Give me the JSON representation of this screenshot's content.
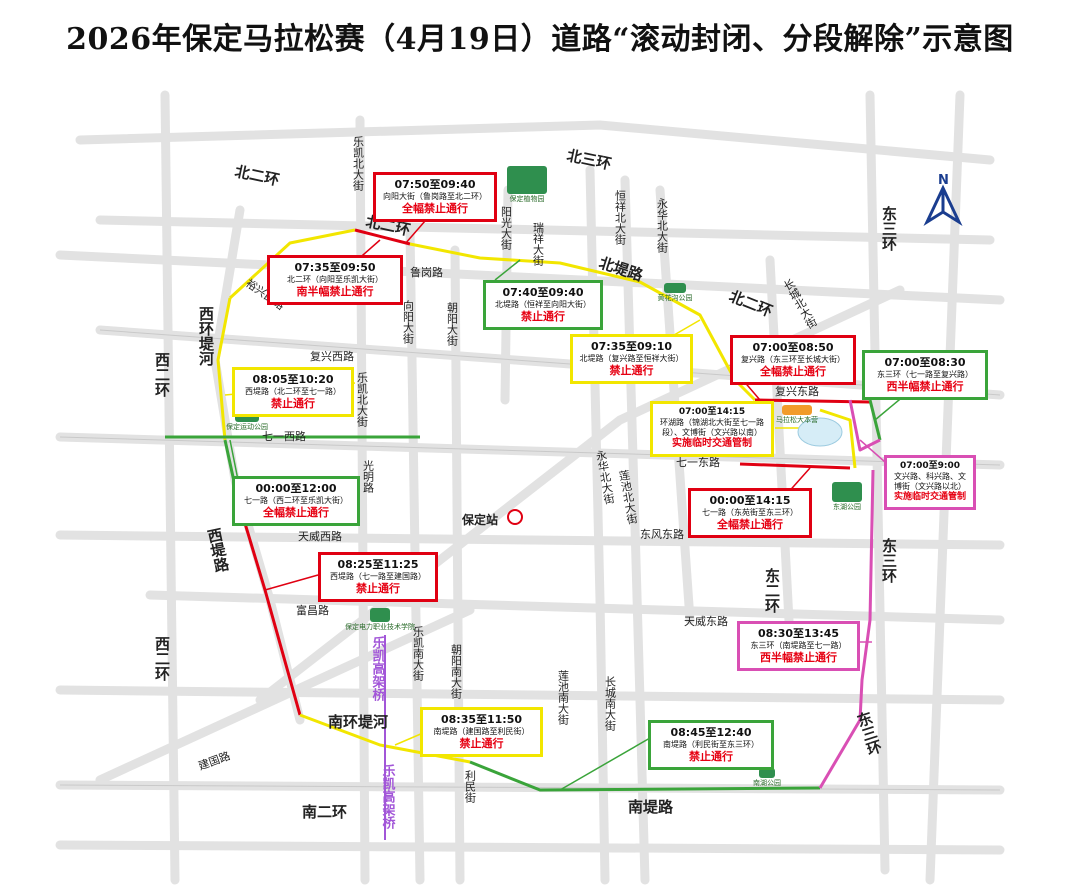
{
  "title": "2026年保定马拉松赛（4月19日）道路“滚动封闭、分段解除”示意图",
  "compass": "N",
  "station": "保定站",
  "colors": {
    "red": "#e00012",
    "yellow": "#f2e600",
    "green": "#3aa43a",
    "pink": "#d94fb4",
    "road": "#e3e3e3"
  },
  "roads": {
    "north2_l": "北二环",
    "north2_c": "北二环",
    "north2_r": "北二环",
    "north3": "北三环",
    "east3_a": "东三环",
    "east3_b": "东三环",
    "east3_c": "东三环",
    "east2": "东二环",
    "west2_a": "西二环",
    "west2_b": "西二环",
    "south2": "南二环",
    "xihudi": "西环堤河",
    "xidi": "西堤路",
    "beidi": "北堤路",
    "nanhuandi": "南环堤河",
    "nandi": "南堤路",
    "qiyi_w": "七一西路",
    "qiyi_e": "七一东路",
    "fuxing_w": "复兴西路",
    "fuxing_e": "复兴东路",
    "tianwei_w": "天威西路",
    "tianwei_e": "天威东路",
    "dongfeng": "东风东路",
    "fuchang": "富昌路",
    "jianguo": "建国路",
    "lukou": "鲁岗路",
    "yuexing": "裕兴西路",
    "lekai_n": "乐凯北大街",
    "lekai_bei": "乐凯北大街",
    "lekai_s": "乐凯南大街",
    "lekai_elev1": "乐凯高架桥",
    "lekai_elev2": "乐凯高架桥",
    "xiangyang": "向阳大街",
    "chaoyang_n": "朝阳大街",
    "chaoyang_s": "朝阳南大街",
    "yangguang": "阳光大街",
    "ruixiang": "瑞祥大街",
    "hengxiang": "恒祥北大街",
    "yonghua_n": "永华北大街",
    "yonghua_s": "永华北大街",
    "lianchi_n": "莲池北大街",
    "lianchi_s": "莲池南大街",
    "changcheng_s": "长城南大街",
    "changcheng_n": "长城北大街",
    "guangming": "光明路",
    "limin": "利民街"
  },
  "pois": {
    "botanical": "保定植物园",
    "huanghua": "黄花沟公园",
    "sports": "保定运动公园",
    "marathon": "马拉松大本营",
    "donghu": "东湖公园",
    "dianli": "保定电力职业技术学院",
    "nanhu": "南湖公园"
  },
  "boxes": [
    {
      "time": "07:50至09:40",
      "desc": "向阳大街（鲁岗路至北二环）",
      "status": "全幅禁止通行"
    },
    {
      "time": "07:35至09:50",
      "desc": "北二环（向阳至乐凯大街）",
      "status": "南半幅禁止通行"
    },
    {
      "time": "07:40至09:40",
      "desc": "北堤路（恒祥至向阳大街）",
      "status": "禁止通行"
    },
    {
      "time": "07:35至09:10",
      "desc": "北堤路（复兴路至恒祥大街）",
      "status": "禁止通行"
    },
    {
      "time": "07:00至08:50",
      "desc": "复兴路（东三环至长城大街）",
      "status": "全幅禁止通行"
    },
    {
      "time": "07:00至08:30",
      "desc": "东三环（七一路至复兴路）",
      "status": "西半幅禁止通行"
    },
    {
      "time": "08:05至10:20",
      "desc": "西堤路（北二环至七一路）",
      "status": "禁止通行"
    },
    {
      "time": "07:00至14:15",
      "desc": "环湖路（锦湖北大街至七一路段）、文博街（文兴路以南）",
      "status": "实施临时交通管制"
    },
    {
      "time": "07:00至9:00",
      "desc": "文兴路、科兴路、文博街（文兴路以北）",
      "status": "实施临时交通管制"
    },
    {
      "time": "00:00至12:00",
      "desc": "七一路（西二环至乐凯大街）",
      "status": "全幅禁止通行"
    },
    {
      "time": "00:00至14:15",
      "desc": "七一路（东苑街至东三环）",
      "status": "全幅禁止通行"
    },
    {
      "time": "08:25至11:25",
      "desc": "西堤路（七一路至建国路）",
      "status": "禁止通行"
    },
    {
      "time": "08:30至13:45",
      "desc": "东三环（南堤路至七一路）",
      "status": "西半幅禁止通行"
    },
    {
      "time": "08:35至11:50",
      "desc": "南堤路（建国路至利民街）",
      "status": "禁止通行"
    },
    {
      "time": "08:45至12:40",
      "desc": "南堤路（利民街至东三环）",
      "status": "禁止通行"
    }
  ]
}
